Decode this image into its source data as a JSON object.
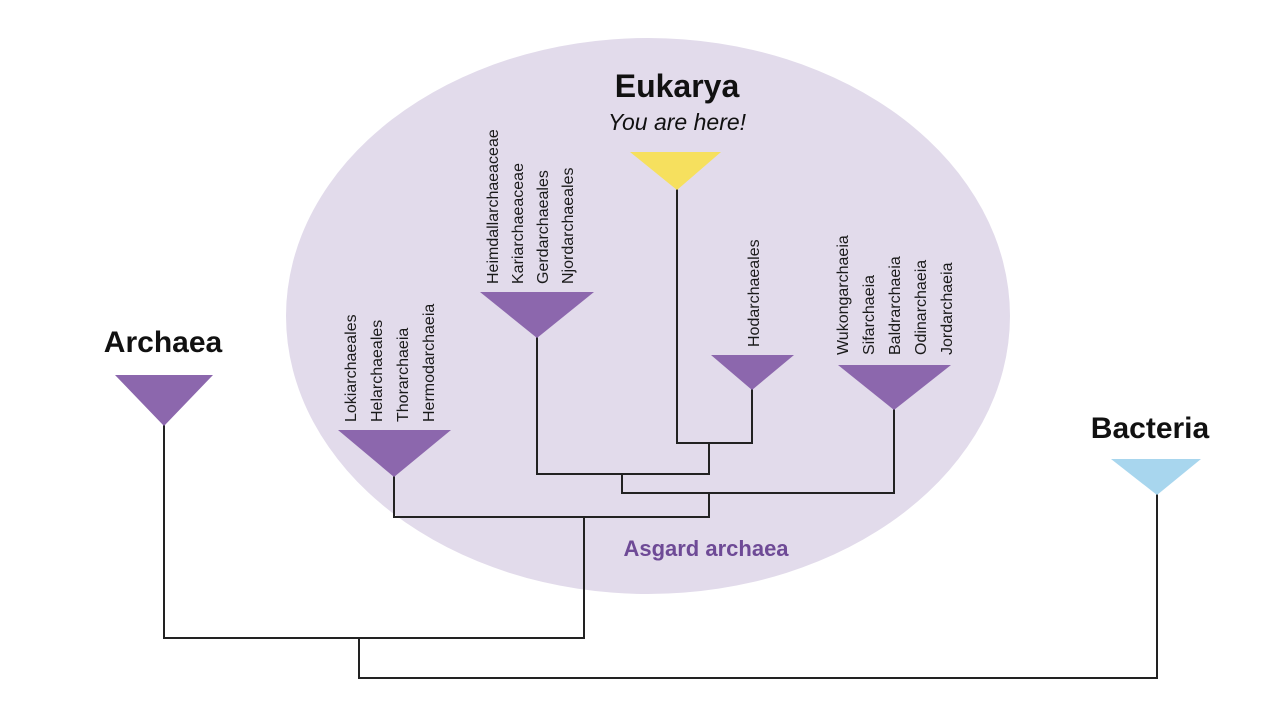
{
  "colors": {
    "ellipse": "#e2dbeb",
    "archaea": "#8c67ad",
    "eukarya": "#f6e05e",
    "bacteria": "#a8d6ee",
    "asgard_label": "#6e4a96",
    "branch": "#222222"
  },
  "labels": {
    "archaea": "Archaea",
    "bacteria": "Bacteria",
    "eukarya": "Eukarya",
    "you_are_here": "You are here!",
    "asgard": "Asgard archaea"
  },
  "clades": {
    "loki": [
      "Lokiarchaeales",
      "Helarchaeales",
      "Thorarchaeia",
      "Hermodarchaeia"
    ],
    "heimdall": [
      "Heimdallarchaeaceae",
      "Kariarchaeaceae",
      "Gerdarchaeales",
      "Njordarchaeales"
    ],
    "hodar": [
      "Hodarchaeales"
    ],
    "wukong": [
      "Wukongarchaeia",
      "Sifarchaeia",
      "Baldrarchaeia",
      "Odinarchaeia",
      "Jordarchaeia"
    ]
  }
}
